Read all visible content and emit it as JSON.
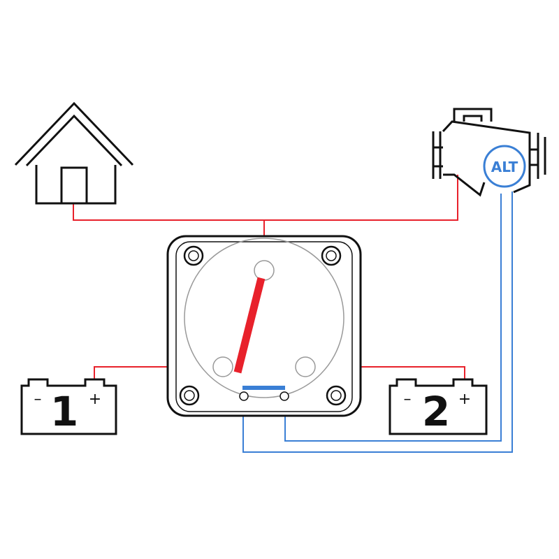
{
  "labels": {
    "battery1_number": "1",
    "battery2_number": "2",
    "battery1_minus": "–",
    "battery1_plus": "+",
    "battery2_minus": "–",
    "battery2_plus": "+",
    "alternator": "ALT"
  },
  "colors": {
    "red_wire": "#e8212b",
    "blue_wire": "#3a7fd5",
    "outline": "#111111",
    "switch_face": "#999999"
  }
}
